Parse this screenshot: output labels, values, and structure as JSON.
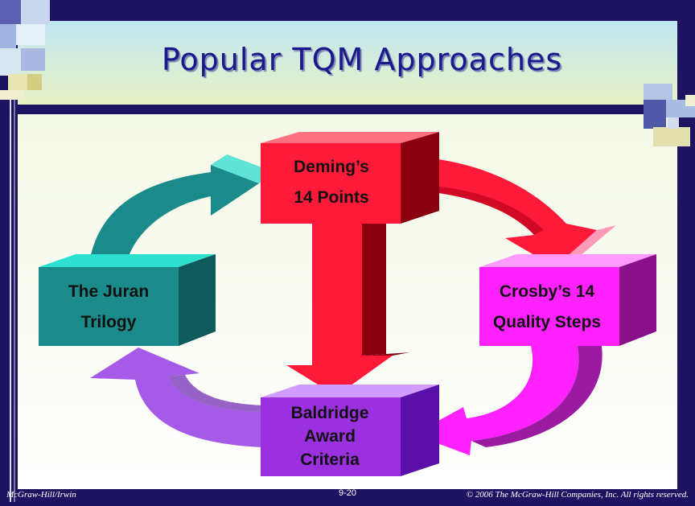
{
  "slide": {
    "title": "Popular TQM Approaches",
    "footer_left": "McGraw-Hill/Irwin",
    "page_number": "9-20",
    "footer_right": "© 2006 The McGraw-Hill Companies, Inc. All rights reserved."
  },
  "boxes": {
    "deming": {
      "line1": "Deming’s",
      "line2": "14 Points",
      "color": "#ff1a3a"
    },
    "juran": {
      "line1": "The Juran",
      "line2": "Trilogy",
      "color": "#1a8a8a"
    },
    "crosby": {
      "line1": "Crosby’s 14",
      "line2": "Quality Steps",
      "color": "#ff22ff"
    },
    "baldridge": {
      "line1": "Baldridge",
      "line2": "Award",
      "line3": "Criteria",
      "color": "#9b30e0"
    }
  }
}
